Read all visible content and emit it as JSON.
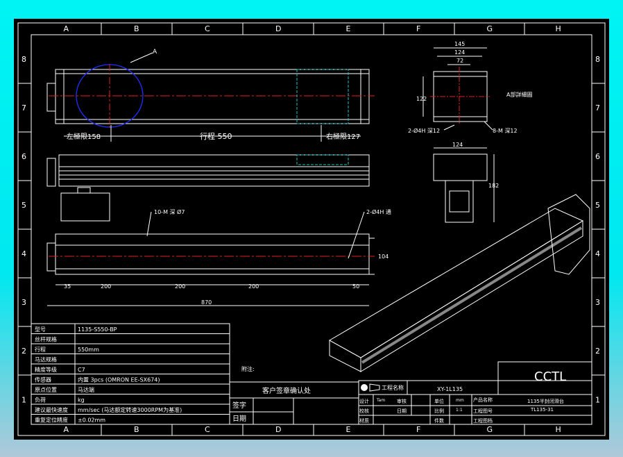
{
  "grid": {
    "cols": [
      "A",
      "B",
      "C",
      "D",
      "E",
      "F",
      "G",
      "H"
    ],
    "rows": [
      "8",
      "7",
      "6",
      "5",
      "4",
      "3",
      "2",
      "1"
    ]
  },
  "annotations": {
    "detail_marker": "A",
    "left_limit": "左極限158",
    "stroke": "行程 550",
    "right_limit": "右極限127",
    "detail_title": "A部詳細圖",
    "hole_a": "2-Ø4H 深12",
    "hole_b": "8-M 深12",
    "dim_145": "145",
    "dim_124": "124",
    "dim_72": "72",
    "dim_122": "122",
    "dim_124b": "124",
    "dim_182": "182",
    "holes_top": "10-M 深 Ø7",
    "holes_through": "2-Ø4H 通",
    "dim_35": "35",
    "dim_200a": "200",
    "dim_200b": "200",
    "dim_200c": "200",
    "dim_50": "50",
    "dim_870": "870",
    "dim_104": "104",
    "note_label": "附注:"
  },
  "spec_table": [
    {
      "label": "型号",
      "value": "1135-S550-BP"
    },
    {
      "label": "丝杆规格",
      "value": ""
    },
    {
      "label": "行程",
      "value": "550mm"
    },
    {
      "label": "马达规格",
      "value": ""
    },
    {
      "label": "精度等级",
      "value": "C7"
    },
    {
      "label": "传感器",
      "value": "内置 3pcs (OMRON EE-SX674)"
    },
    {
      "label": "原点位置",
      "value": "马达端"
    },
    {
      "label": "负荷",
      "value": "kg"
    },
    {
      "label": "建议最快速度",
      "value": "mm/sec (马达额定转速3000RPM为基准)"
    },
    {
      "label": "重复定位精度",
      "value": "±0.02mm"
    }
  ],
  "customer": {
    "title": "客户签章确认处",
    "sign": "签字",
    "date": "日期"
  },
  "title_block": {
    "logo": "CCTL",
    "project_name_label": "工程名称",
    "project_name": "XY-1L135",
    "designer_label": "设计",
    "designer": "Tam",
    "review_label": "审核",
    "unit_label": "单位",
    "unit": "mm",
    "product_label": "产品名称",
    "product": "1135半封闭滑台",
    "check_label": "校核",
    "date_label": "日期",
    "scale_label": "比例",
    "scale": "1:1",
    "drawing_no_label": "工程图号",
    "drawing_no": "TL135-31",
    "material_label": "材质",
    "qty_label": "件数",
    "process_label": "工程图档"
  }
}
